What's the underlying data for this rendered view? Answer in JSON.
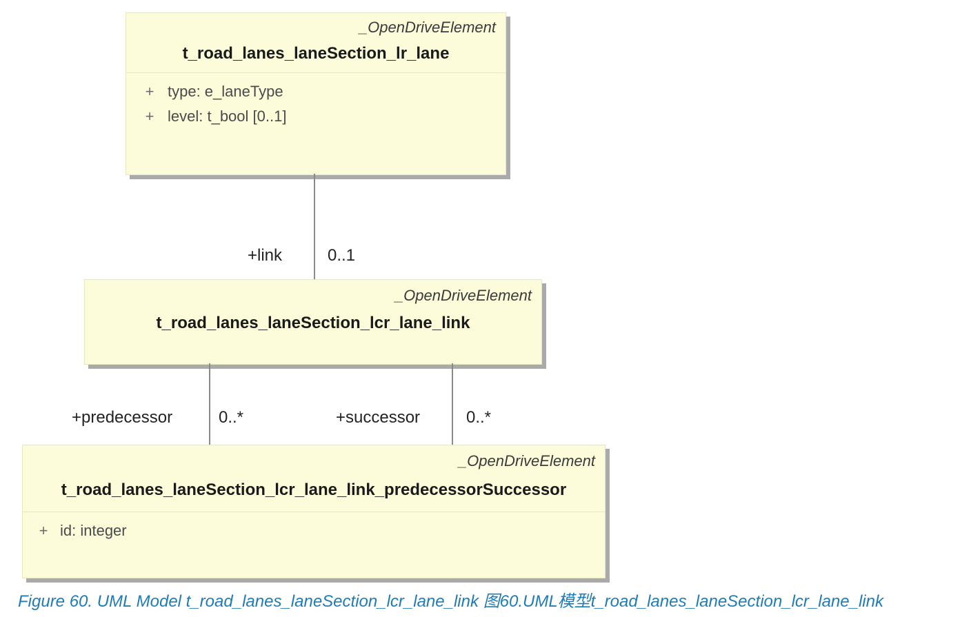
{
  "diagram": {
    "type": "uml-class-diagram",
    "background_color": "#ffffff",
    "class_fill_color": "#fcfcda",
    "class_border_color": "#e8e8c0",
    "shadow_color": "#9b9b9b",
    "connector_color": "#8a8a8a",
    "caption_color": "#1f7cb8"
  },
  "classes": [
    {
      "id": "lane",
      "stereotype": "_OpenDriveElement",
      "name": "t_road_lanes_laneSection_lr_lane",
      "attributes": [
        {
          "visibility": "+",
          "text": "type: e_laneType"
        },
        {
          "visibility": "+",
          "text": "level: t_bool [0..1]"
        }
      ]
    },
    {
      "id": "lane_link",
      "stereotype": "_OpenDriveElement",
      "name": "t_road_lanes_laneSection_lcr_lane_link",
      "attributes": []
    },
    {
      "id": "pred_succ",
      "stereotype": "_OpenDriveElement",
      "name": "t_road_lanes_laneSection_lcr_lane_link_predecessorSuccessor",
      "attributes": [
        {
          "visibility": "+",
          "text": "id: integer"
        }
      ]
    }
  ],
  "associations": [
    {
      "id": "link",
      "role": "+link",
      "multiplicity": "0..1",
      "from": "lane",
      "to": "lane_link"
    },
    {
      "id": "predecessor",
      "role": "+predecessor",
      "multiplicity": "0..*",
      "from": "lane_link",
      "to": "pred_succ"
    },
    {
      "id": "successor",
      "role": "+successor",
      "multiplicity": "0..*",
      "from": "lane_link",
      "to": "pred_succ"
    }
  ],
  "caption": {
    "text": "Figure 60. UML Model t_road_lanes_laneSection_lcr_lane_link 图60.UML模型t_road_lanes_laneSection_lcr_lane_link"
  }
}
